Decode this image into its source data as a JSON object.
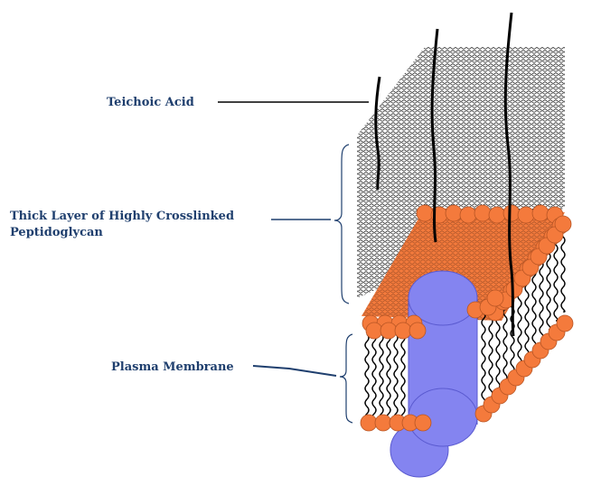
{
  "labels": {
    "teichoic_acid": "Teichoic Acid",
    "peptidoglycan_line1": "Thick Layer of Highly Crosslinked",
    "peptidoglycan_line2": "Peptidoglycan",
    "plasma_membrane": "Plasma Membrane"
  },
  "colors": {
    "label_text": "#1f3f6e",
    "phospholipid_head": "#f47a3c",
    "head_outline": "#b85524",
    "membrane_protein": "#8484f0",
    "protein_outline": "#5a5ad0",
    "peptidoglycan_mesh": "#000000",
    "membrane_surface": "#f47a3c"
  }
}
